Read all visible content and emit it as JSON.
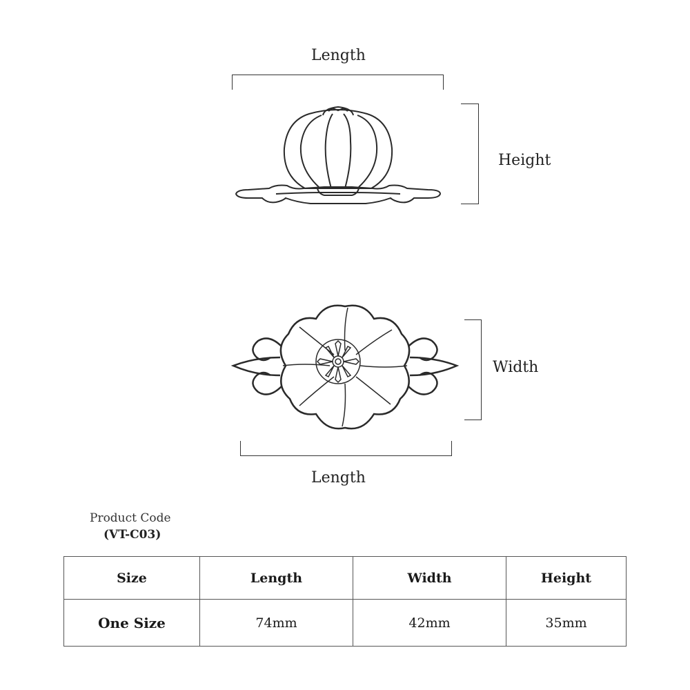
{
  "side_view": {
    "length_label": "Length",
    "height_label": "Height"
  },
  "top_view": {
    "width_label": "Width",
    "length_label": "Length"
  },
  "product": {
    "code_title": "Product Code",
    "code_value": "(VT-C03)"
  },
  "table": {
    "headers": [
      "Size",
      "Length",
      "Width",
      "Height"
    ],
    "rows": [
      [
        "One Size",
        "74mm",
        "42mm",
        "35mm"
      ]
    ]
  },
  "colors": {
    "line": "#2a2a2a",
    "background": "#ffffff"
  },
  "icons": [
    "knob-side-view-drawing",
    "knob-top-view-drawing"
  ]
}
